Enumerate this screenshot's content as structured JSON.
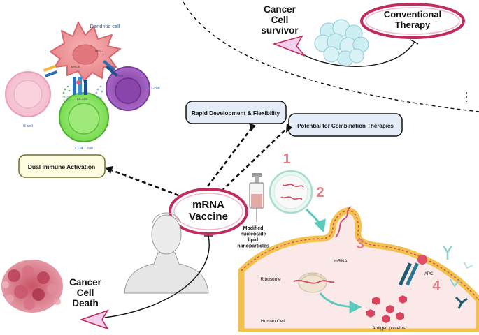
{
  "labels": {
    "dendritic_cell": "Dendritic cell",
    "mhc_ii": "MHC-II",
    "mhc_i": "MHC-I",
    "tcr": "TCR",
    "tcr_cd4": "TCR  CD4",
    "ifn_il12": "IFN-α/β\nIL-12",
    "ifny": "IFNγ",
    "b_cell": "B cell",
    "cd8_t_cell": "CD8 T-cell",
    "cd4_t_cell": "CD4 T cell",
    "cancer_cell_survivor": "Cancer\nCell\nsurvivor",
    "conventional_therapy": "Conventional\nTherapy",
    "rapid_development": "Rapid Development & Flexibility",
    "potential_combination": "Potential for Combination Therapies",
    "dual_immune_activation": "Dual Immune Activation",
    "mrna_vaccine": "mRNA\nVaccine",
    "cancer_cell_death": "Cancer\nCell\nDeath",
    "modified_nucleoside": "Modified\nnucleoside\nlipid\nnanoparticles",
    "mrna": "mRNA",
    "ribosome": "Ribosome",
    "apc": "APC",
    "human_cell": "Human Cell",
    "antigen_proteins": "Antigen proteins",
    "step1": "1",
    "step2": "2",
    "step3": "3",
    "step4": "4"
  },
  "colors": {
    "dendritic": "#ec8f93",
    "b_cell": "#f6c6d6",
    "cd8": "#9b59b6",
    "cd4": "#7ed957",
    "pink_ring": "#c02c5e",
    "benefit_box": "#e4ecf8",
    "dual_box": "#fdfbe0",
    "step_numbers": "#e57c84",
    "membrane": "#f2c14e",
    "cell_body": "#fbe8e8"
  }
}
